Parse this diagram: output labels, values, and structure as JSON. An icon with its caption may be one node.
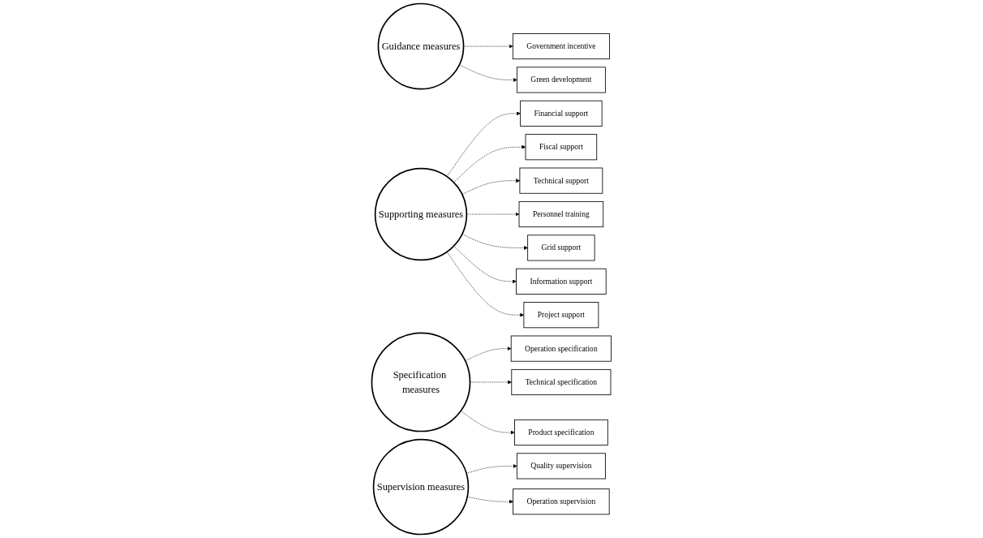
{
  "diagram": {
    "nodes": [
      {
        "text": [
          "Guidance measures"
        ]
      },
      {
        "text": [
          "Supporting measures"
        ]
      },
      {
        "text": [
          "Specification measures"
        ]
      },
      {
        "text": [
          "Supervision measures"
        ]
      },
      {
        "text": [
          "Government incentive"
        ]
      },
      {
        "text": [
          "Green development"
        ]
      },
      {
        "text": [
          "Financial support"
        ]
      },
      {
        "text": [
          "Fiscal support"
        ]
      },
      {
        "text": [
          "Technical support"
        ]
      },
      {
        "text": [
          "Personnel training"
        ]
      },
      {
        "text": [
          "Grid support"
        ]
      },
      {
        "text": [
          "Information support"
        ]
      },
      {
        "text": [
          "Project support"
        ]
      },
      {
        "text": [
          "Operation specification"
        ]
      },
      {
        "text": [
          "Technical specification"
        ]
      },
      {
        "text": [
          "Product specification"
        ]
      },
      {
        "text": [
          "Quality supervision"
        ]
      },
      {
        "text": [
          "Operation supervision"
        ]
      }
    ],
    "edges": [
      {
        "from": 0,
        "to": 4,
        "arrow": "to",
        "style": "dashed"
      },
      {
        "from": 0,
        "to": 5,
        "arrow": "to",
        "style": "dashed"
      },
      {
        "from": 1,
        "to": 6,
        "arrow": "to",
        "style": "dashed"
      },
      {
        "from": 1,
        "to": 7,
        "arrow": "to",
        "style": "dashed"
      },
      {
        "from": 1,
        "to": 8,
        "arrow": "to",
        "style": "dashed"
      },
      {
        "from": 1,
        "to": 9,
        "arrow": "to",
        "style": "dashed"
      },
      {
        "from": 1,
        "to": 10,
        "arrow": "to",
        "style": "dashed"
      },
      {
        "from": 1,
        "to": 11,
        "arrow": "to",
        "style": "dashed"
      },
      {
        "from": 1,
        "to": 12,
        "arrow": "to",
        "style": "dashed"
      },
      {
        "from": 2,
        "to": 13,
        "arrow": "to",
        "style": "dashed"
      },
      {
        "from": 2,
        "to": 14,
        "arrow": "to",
        "style": "dashed"
      },
      {
        "from": 2,
        "to": 15,
        "arrow": "to",
        "style": "dashed"
      },
      {
        "from": 3,
        "to": 16,
        "arrow": "to",
        "style": "dashed"
      },
      {
        "from": 3,
        "to": 17,
        "arrow": "to",
        "style": "dashed"
      }
    ]
  }
}
